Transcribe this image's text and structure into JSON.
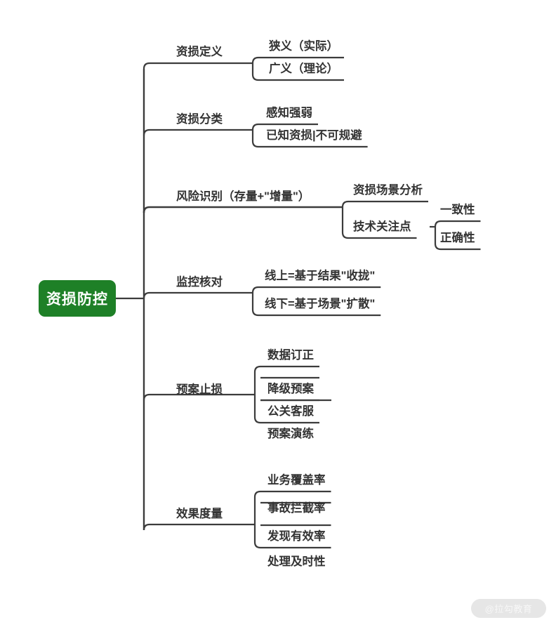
{
  "diagram": {
    "type": "mindmap",
    "title": "资损防控",
    "root": {
      "label": "资损防控",
      "color": "#1e8027",
      "text_color": "#ffffff"
    },
    "line_color": "#3c3c3c",
    "background": "#ffffff",
    "branches": [
      {
        "label": "资损定义",
        "children": [
          {
            "label": "狭义（实际）",
            "children": []
          },
          {
            "label": "广义（理论）",
            "children": []
          }
        ]
      },
      {
        "label": "资损分类",
        "children": [
          {
            "label": "感知强弱",
            "children": []
          },
          {
            "label": "已知资损|不可规避",
            "children": []
          }
        ]
      },
      {
        "label": "风险识别（存量+\"增量\"）",
        "children": [
          {
            "label": "资损场景分析",
            "children": []
          },
          {
            "label": "技术关注点",
            "children": [
              {
                "label": "一致性"
              },
              {
                "label": "正确性"
              }
            ]
          }
        ]
      },
      {
        "label": "监控核对",
        "children": [
          {
            "label": "线上=基于结果\"收拢\"",
            "children": []
          },
          {
            "label": "线下=基于场景\"扩散\"",
            "children": []
          }
        ]
      },
      {
        "label": "预案止损",
        "children": [
          {
            "label": "数据订正",
            "children": []
          },
          {
            "label": "降级预案",
            "children": []
          },
          {
            "label": "公关客服",
            "children": []
          },
          {
            "label": "预案演练",
            "children": []
          }
        ]
      },
      {
        "label": "效果度量",
        "children": [
          {
            "label": "业务覆盖率",
            "children": []
          },
          {
            "label": "事故拦截率",
            "children": []
          },
          {
            "label": "发现有效率",
            "children": []
          },
          {
            "label": "处理及时性",
            "children": []
          }
        ]
      }
    ]
  },
  "watermark": {
    "text": "@拉勾教育"
  }
}
